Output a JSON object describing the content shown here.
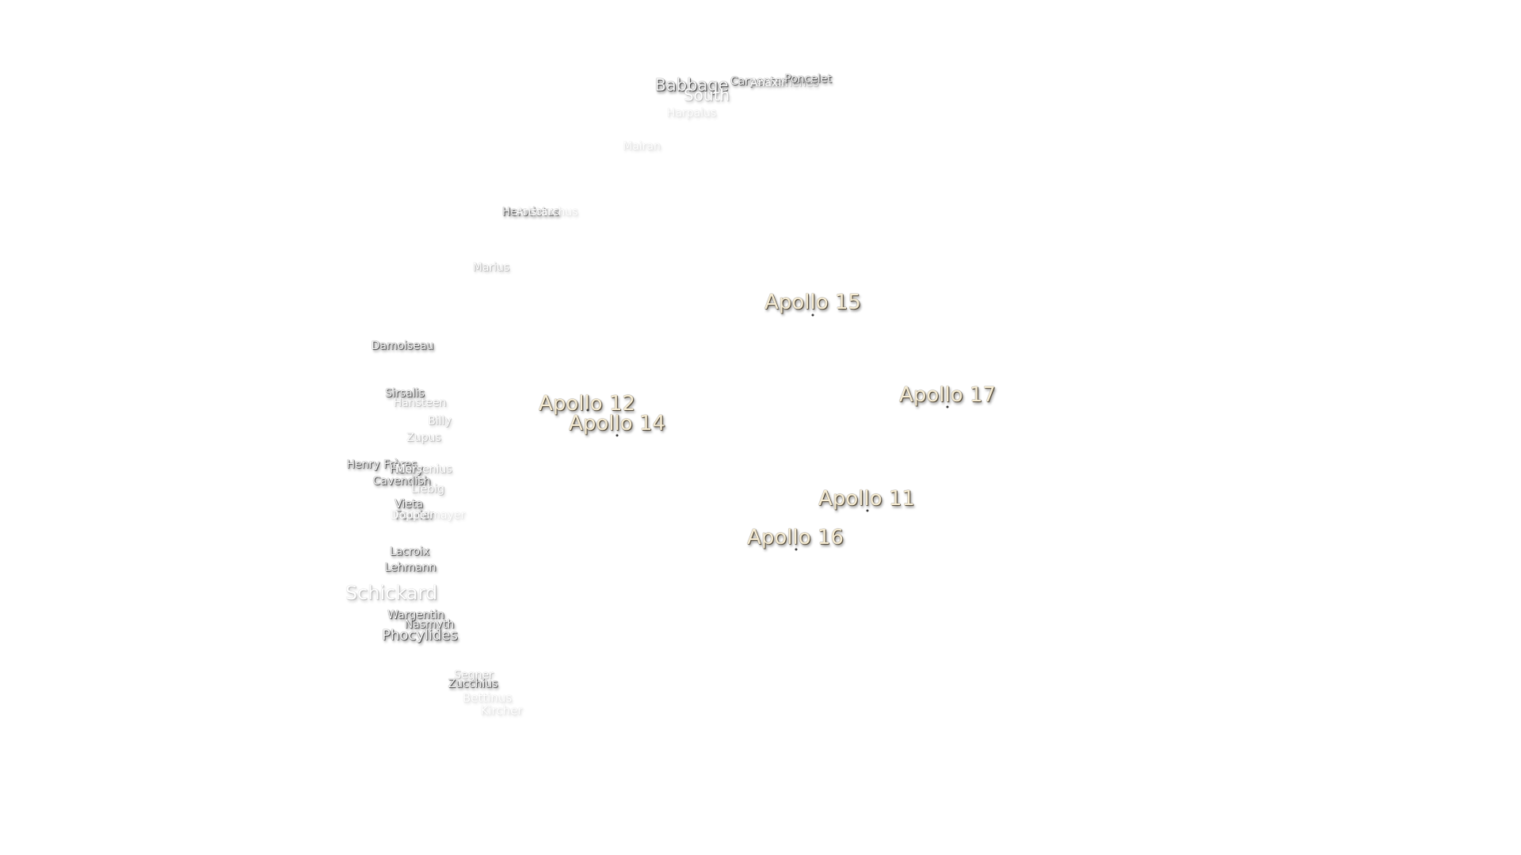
{
  "map": {
    "craters": [
      {
        "name": "Babbage",
        "level": "bright",
        "size": 21
      },
      {
        "name": "South",
        "level": "dim",
        "size": 20
      },
      {
        "name": "Carpenter",
        "level": "bright",
        "size": 14
      },
      {
        "name": "Anaximenes",
        "level": "dim",
        "size": 14
      },
      {
        "name": "Poncelet",
        "level": "bright",
        "size": 14
      },
      {
        "name": "Harpalus",
        "level": "faint",
        "size": 14
      },
      {
        "name": "Mairan",
        "level": "faint",
        "size": 14
      },
      {
        "name": "Herodotus",
        "level": "bright",
        "size": 14
      },
      {
        "name": "Aristarchus",
        "level": "faint",
        "size": 14
      },
      {
        "name": "Marius",
        "level": "dim",
        "size": 14
      },
      {
        "name": "Damoiseau",
        "level": "bright",
        "size": 14
      },
      {
        "name": "Sirsalis",
        "level": "bright",
        "size": 14
      },
      {
        "name": "Hansteen",
        "level": "dim",
        "size": 14
      },
      {
        "name": "Billy",
        "level": "dim",
        "size": 14
      },
      {
        "name": "Zupus",
        "level": "dim",
        "size": 14
      },
      {
        "name": "Henry Frères",
        "level": "bright",
        "size": 14
      },
      {
        "name": "Henry",
        "level": "bright",
        "size": 14
      },
      {
        "name": "Mersenius",
        "level": "dim",
        "size": 14
      },
      {
        "name": "Cavendish",
        "level": "bright",
        "size": 14
      },
      {
        "name": "Liebig",
        "level": "dim",
        "size": 14
      },
      {
        "name": "Vieta",
        "level": "bright",
        "size": 14
      },
      {
        "name": "Fourier",
        "level": "bright",
        "size": 14
      },
      {
        "name": "Doppelmayer",
        "level": "faint",
        "size": 14
      },
      {
        "name": "Lacroix",
        "level": "bright",
        "size": 14
      },
      {
        "name": "Lehmann",
        "level": "bright",
        "size": 14
      },
      {
        "name": "Schickard",
        "level": "dim",
        "size": 24
      },
      {
        "name": "Wargentin",
        "level": "bright",
        "size": 14
      },
      {
        "name": "Nasmyth",
        "level": "bright",
        "size": 14
      },
      {
        "name": "Phocylides",
        "level": "bright",
        "size": 18
      },
      {
        "name": "Segner",
        "level": "dim",
        "size": 14
      },
      {
        "name": "Zucchius",
        "level": "bright",
        "size": 14
      },
      {
        "name": "Bettinus",
        "level": "faint",
        "size": 15
      },
      {
        "name": "Kircher",
        "level": "faint",
        "size": 15
      }
    ],
    "apollo_sites": [
      {
        "name": "Apollo 15"
      },
      {
        "name": "Apollo 12"
      },
      {
        "name": "Apollo 14"
      },
      {
        "name": "Apollo 17"
      },
      {
        "name": "Apollo 11"
      },
      {
        "name": "Apollo 16"
      }
    ],
    "colors": {
      "background": "#ffffff",
      "crater_text": "#f7f7f7",
      "apollo_text": "#f6ecd3",
      "site_dot": "#3a3a3a"
    }
  }
}
